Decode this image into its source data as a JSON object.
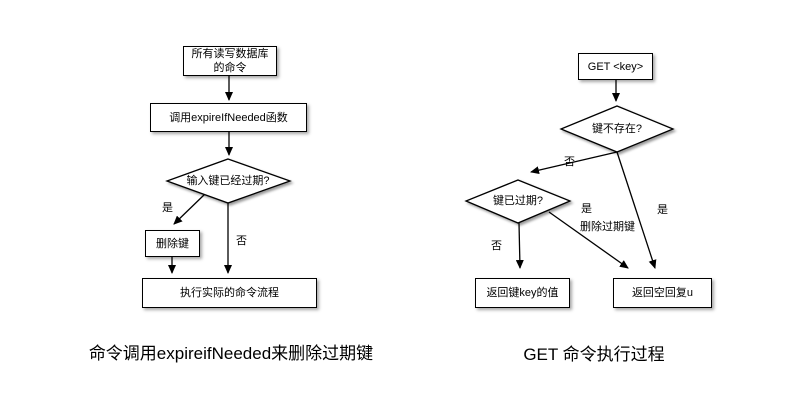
{
  "page": {
    "background": "#ffffff",
    "line_color": "#000000"
  },
  "left_chart": {
    "caption": "命令调用expireifNeeded来删除过期键",
    "nodes": {
      "start": "所有读写数据库的命令",
      "call_function": "调用expireIfNeeded函数",
      "decision_expired": "输入键已经过期?",
      "delete_key": "删除键",
      "execute_command": "执行实际的命令流程"
    },
    "edge_labels": {
      "yes": "是",
      "no": "否"
    }
  },
  "right_chart": {
    "caption": "GET 命令执行过程",
    "nodes": {
      "start": "GET <key>",
      "decision_not_exist": "键不存在?",
      "decision_expired": "键已过期?",
      "return_key_value": "返回键key的值",
      "return_empty_reply": "返回空回复u"
    },
    "edge_labels": {
      "no_not_exist": "否",
      "yes_not_exist": "是",
      "yes_expired": "是",
      "delete_expired_key": "删除过期键",
      "no_expired": "否"
    }
  }
}
